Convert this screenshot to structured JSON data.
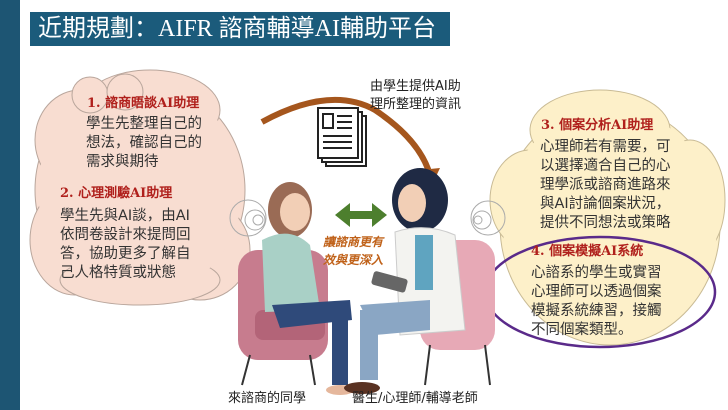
{
  "slide": {
    "title": "近期規劃：AIFR 諮商輔導AI輔助平台",
    "left_cloud": {
      "item1_title": "1. 諮商晤談AI助理",
      "item1_body": [
        "學生先整理自己的",
        "想法，確認自己的",
        "需求與期待"
      ],
      "item2_title": "2. 心理測驗AI助理",
      "item2_body": [
        "學生先與AI談，由AI",
        "依問卷設計來提問回",
        "答，協助更多了解自",
        "己人格特質或狀態"
      ]
    },
    "right_cloud": {
      "item3_title": "3. 個案分析AI助理",
      "item3_body": [
        "心理師若有需要，可",
        "以選擇適合自己的心",
        "理學派或諮商進路來",
        "與AI討論個案狀況，",
        "提供不同想法或策略"
      ],
      "item4_title": "4. 個案模擬AI系統",
      "item4_body": [
        "心諮系的學生或實習",
        "心理師可以透過個案",
        "模擬系統練習，接觸",
        "不同個案類型。"
      ]
    },
    "info_caption": [
      "由學生提供AI助",
      "理所整理的資訊"
    ],
    "middle_text": [
      "讓諮商更有",
      "效與更深入"
    ],
    "student_label": "來諮商的同學",
    "counselor_label": "醫生/心理師/輔導老師"
  },
  "colors": {
    "title_bg": "#1b5b7b",
    "left_cloud": "#f8ddd1",
    "right_cloud": "#fdf0c9",
    "heading": "#b0201c",
    "highlight": "#5a2a8a",
    "arrow_green": "#4d7f2e",
    "arrow_brown": "#a5561d"
  }
}
